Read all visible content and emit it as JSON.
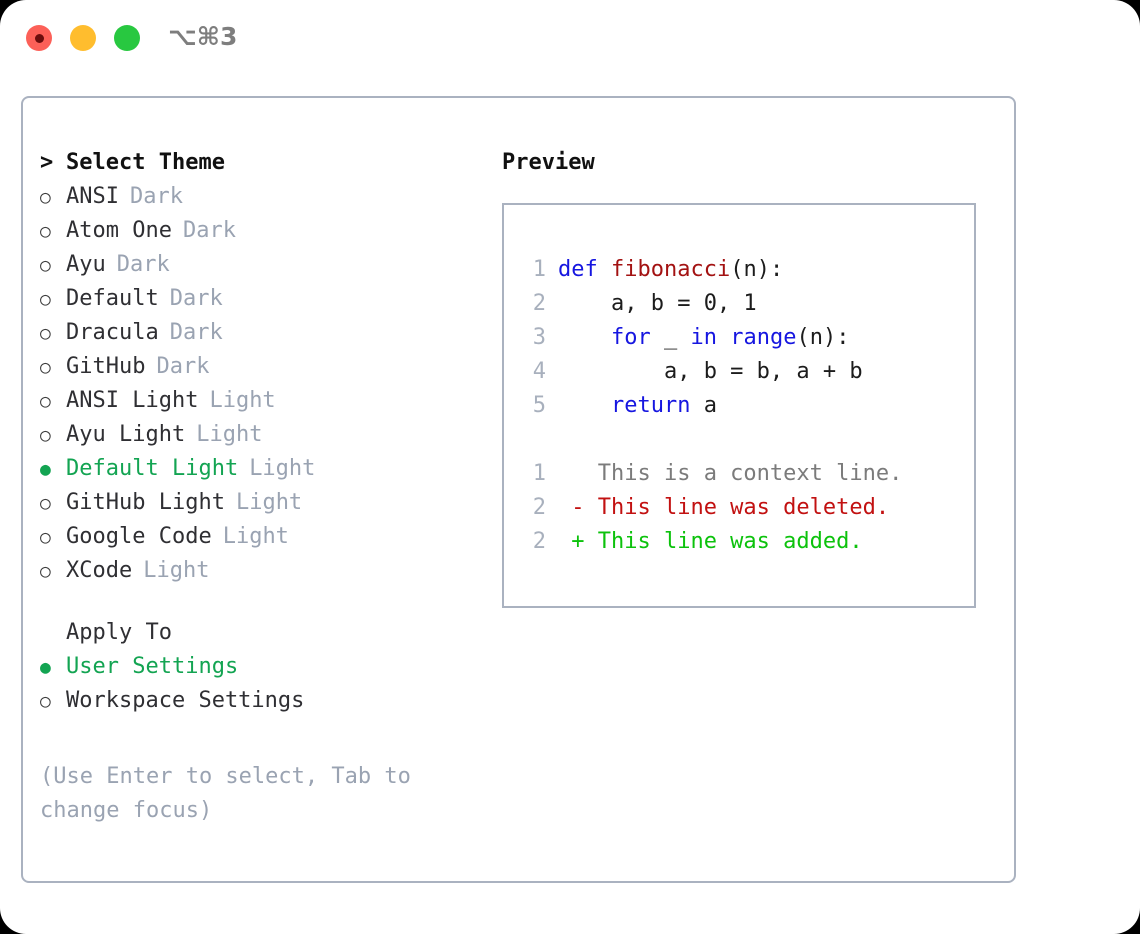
{
  "titlebar": {
    "shortcut": "⌥⌘3",
    "lights": [
      "close",
      "minimize",
      "maximize"
    ]
  },
  "theme_list": {
    "header": "Select Theme",
    "header_marker": ">",
    "marker_selected": "●",
    "marker_unselected": "○",
    "items": [
      {
        "name": "ANSI",
        "variant": "Dark",
        "selected": false
      },
      {
        "name": "Atom One",
        "variant": "Dark",
        "selected": false
      },
      {
        "name": "Ayu",
        "variant": "Dark",
        "selected": false
      },
      {
        "name": "Default",
        "variant": "Dark",
        "selected": false
      },
      {
        "name": "Dracula",
        "variant": "Dark",
        "selected": false
      },
      {
        "name": "GitHub",
        "variant": "Dark",
        "selected": false
      },
      {
        "name": "ANSI Light",
        "variant": "Light",
        "selected": false
      },
      {
        "name": "Ayu Light",
        "variant": "Light",
        "selected": false
      },
      {
        "name": "Default Light",
        "variant": "Light",
        "selected": true
      },
      {
        "name": "GitHub Light",
        "variant": "Light",
        "selected": false
      },
      {
        "name": "Google Code",
        "variant": "Light",
        "selected": false
      },
      {
        "name": "XCode",
        "variant": "Light",
        "selected": false
      }
    ]
  },
  "apply_to": {
    "header": "Apply To",
    "items": [
      {
        "name": "User Settings",
        "selected": true
      },
      {
        "name": "Workspace Settings",
        "selected": false
      }
    ]
  },
  "hint": "(Use Enter to select, Tab to change focus)",
  "preview": {
    "title": "Preview",
    "code_lines": [
      {
        "num": "1",
        "tokens": [
          {
            "t": "def ",
            "c": "kw"
          },
          {
            "t": "fibonacci",
            "c": "fn"
          },
          {
            "t": "(n):",
            "c": "plain"
          }
        ]
      },
      {
        "num": "2",
        "tokens": [
          {
            "t": "    a, b = 0, 1",
            "c": "plain"
          }
        ]
      },
      {
        "num": "3",
        "tokens": [
          {
            "t": "    for ",
            "c": "kw"
          },
          {
            "t": "_ ",
            "c": "plain"
          },
          {
            "t": "in ",
            "c": "kw"
          },
          {
            "t": "range",
            "c": "kw"
          },
          {
            "t": "(n):",
            "c": "plain"
          }
        ]
      },
      {
        "num": "4",
        "tokens": [
          {
            "t": "        a, b = b, a + b",
            "c": "plain"
          }
        ]
      },
      {
        "num": "5",
        "tokens": [
          {
            "t": "    return ",
            "c": "kw"
          },
          {
            "t": "a",
            "c": "plain"
          }
        ]
      }
    ],
    "diff_lines": [
      {
        "num": "1",
        "tokens": [
          {
            "t": "   This is a context line.",
            "c": "ctx"
          }
        ]
      },
      {
        "num": "2",
        "tokens": [
          {
            "t": " - This line was deleted.",
            "c": "del"
          }
        ]
      },
      {
        "num": "2",
        "tokens": [
          {
            "t": " + This line was added.",
            "c": "add"
          }
        ]
      }
    ]
  },
  "colors": {
    "accent_green": "#13a452",
    "add_green": "#0cc20c",
    "del_red": "#c21111",
    "keyword_blue": "#1616e0",
    "function_red": "#a31212",
    "dim_gray": "#9aa3b2",
    "border": "#aab2c0",
    "light_red": "#fc6058",
    "light_yellow": "#ffbd2e",
    "light_green": "#28c840"
  }
}
